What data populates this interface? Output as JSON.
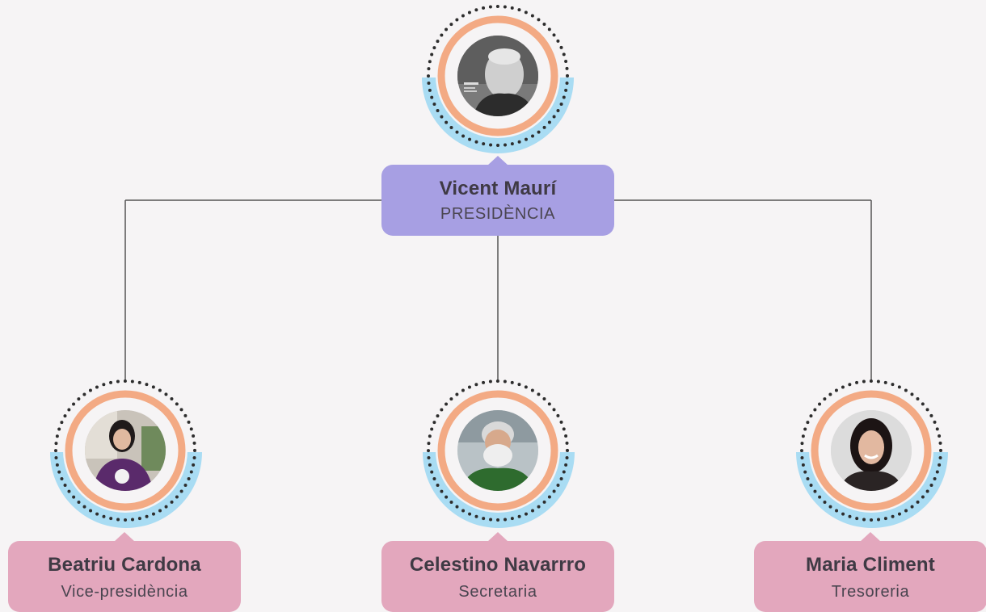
{
  "colors": {
    "background": "#f6f4f5",
    "ring_orange": "#f3aa84",
    "ring_blue": "#a9dcf3",
    "dots": "#2d2d2d",
    "connector": "#555555",
    "president_box": "#a79fe3",
    "member_box": "#e3a7bd"
  },
  "president": {
    "name": "Vicent Maurí",
    "role": "PRESIDÈNCIA",
    "photo": "grayscale-portrait-photo"
  },
  "members": [
    {
      "name": "Beatriu Cardona",
      "role": "Vice-presidència",
      "photo": "woman-purple-shirt-photo"
    },
    {
      "name": "Celestino Navarrro",
      "role": "Secretaria",
      "photo": "bearded-man-green-shirt-photo"
    },
    {
      "name": "Maria Climent",
      "role": "Tresoreria",
      "photo": "smiling-woman-photo"
    }
  ]
}
